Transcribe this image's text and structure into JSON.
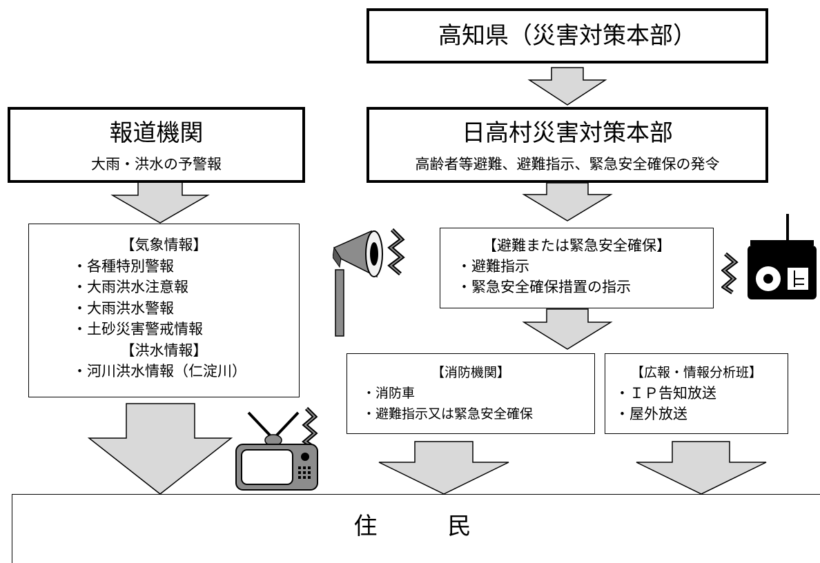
{
  "prefecture": {
    "title": "高知県（災害対策本部）"
  },
  "village_hq": {
    "title": "日高村災害対策本部",
    "subtitle": "高齢者等避難、避難指示、緊急安全確保の発令"
  },
  "media": {
    "title": "報道機関",
    "subtitle": "大雨・洪水の予警報"
  },
  "weather_info": {
    "heading1": "【気象情報】",
    "items1": [
      "・各種特別警報",
      "・大雨洪水注意報",
      "・大雨洪水警報",
      "・土砂災害警戒情報"
    ],
    "heading2": "【洪水情報】",
    "items2": [
      "・河川洪水情報（仁淀川）"
    ]
  },
  "evacuation": {
    "heading": "【避難または緊急安全確保】",
    "items": [
      "・避難指示",
      "・緊急安全確保措置の指示"
    ]
  },
  "fire": {
    "heading": "【消防機関】",
    "items": [
      "・消防車",
      "・避難指示又は緊急安全確保"
    ]
  },
  "pr": {
    "heading": "【広報・情報分析班】",
    "items": [
      "・ＩＰ告知放送",
      "・屋外放送"
    ]
  },
  "residents": {
    "label": "住　　　民"
  },
  "icons": [
    "megaphone-icon",
    "radio-icon",
    "television-icon"
  ],
  "colors": {
    "arrow_fill": "#d9d9d9",
    "line": "#000000",
    "icon_gray": "#8c8c8c"
  }
}
